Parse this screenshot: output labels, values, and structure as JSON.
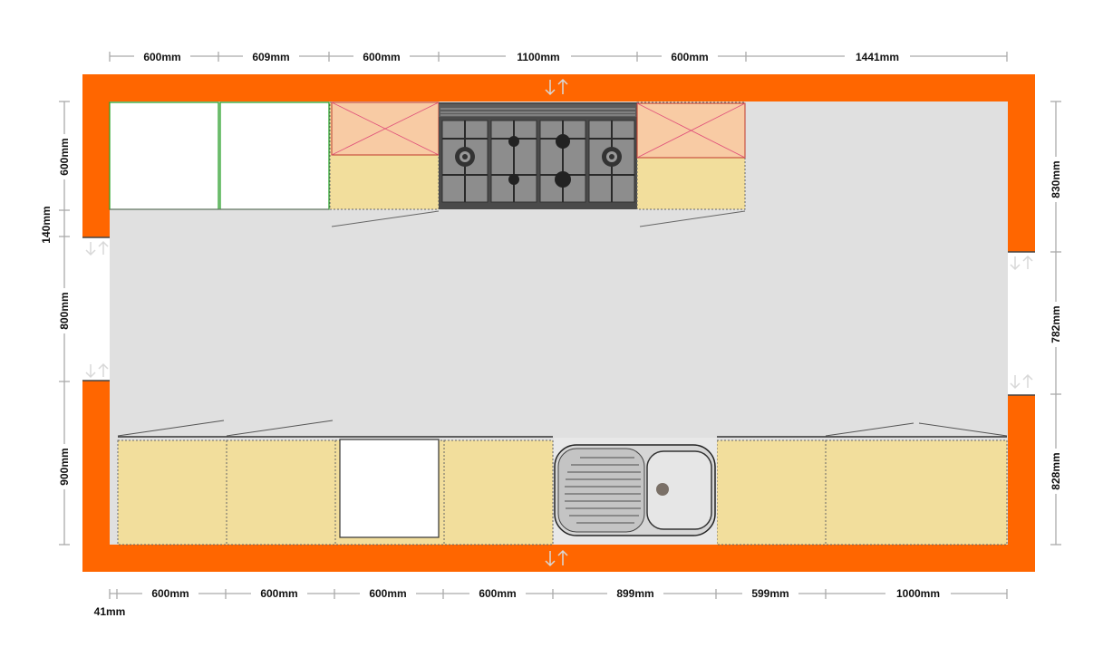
{
  "plan": {
    "colors": {
      "wall": "#ff6600",
      "floor": "#e0e0e0",
      "unit": "#f2de9c",
      "wall_unit": "#f8cba4",
      "appliance": "#ffffff",
      "dimension_line": "#aaaaaa",
      "dimension_text": "#111111"
    },
    "top_dimensions": [
      "600mm",
      "609mm",
      "600mm",
      "1100mm",
      "600mm",
      "1441mm"
    ],
    "bottom_dimensions": [
      "600mm",
      "600mm",
      "600mm",
      "600mm",
      "899mm",
      "599mm",
      "1000mm"
    ],
    "bottom_offset": "41mm",
    "left_dimensions": [
      "600mm",
      "140mm",
      "800mm",
      "900mm"
    ],
    "right_dimensions": [
      "830mm",
      "782mm",
      "828mm"
    ],
    "icons": {
      "cooktop": "range-cooker-icon",
      "sink": "sink-drainer-icon",
      "door_arrows": "door-opening-arrows-icon"
    }
  }
}
